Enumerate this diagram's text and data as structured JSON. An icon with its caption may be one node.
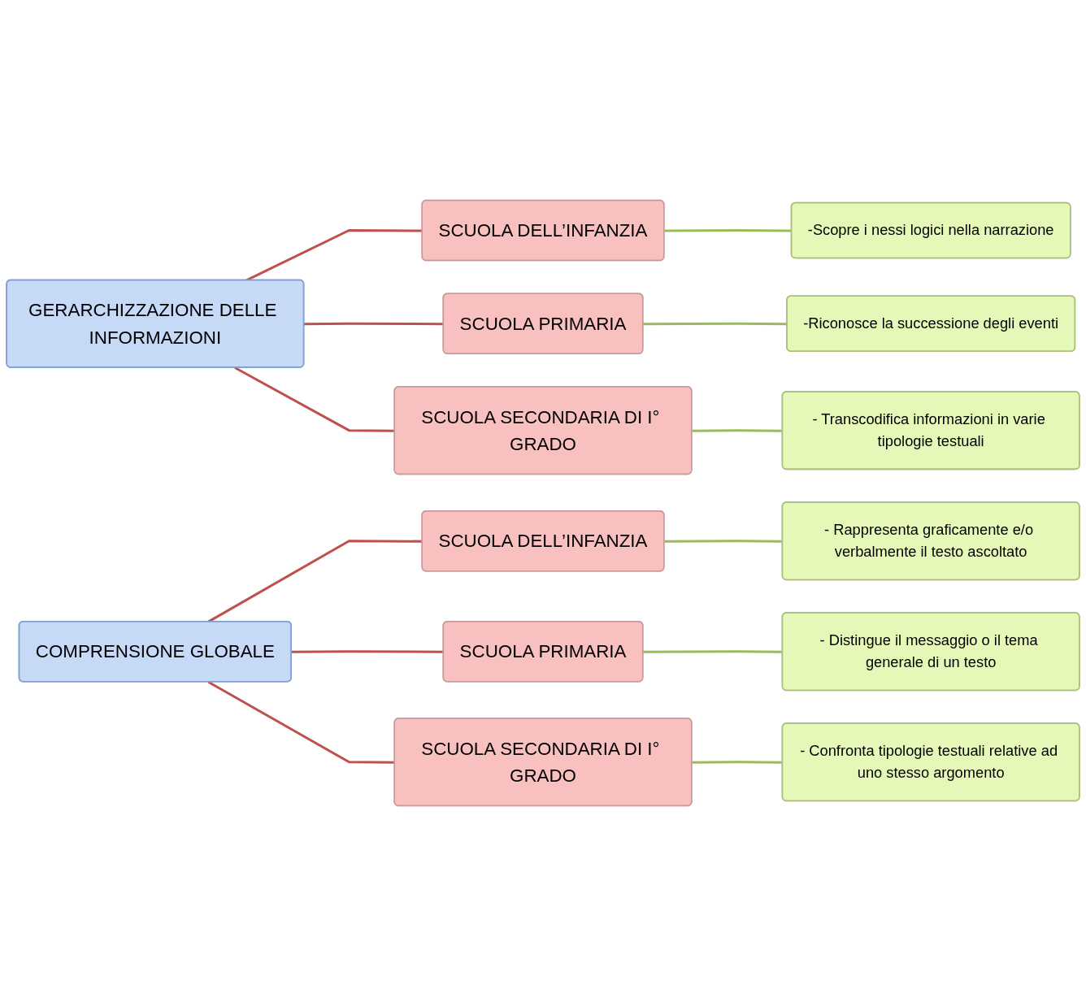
{
  "diagram": {
    "nodes": [
      {
        "text": [
          "GERARCHIZZAZIONE DELLE INFORMAZIONI"
        ]
      },
      {
        "text": [
          "SCUOLA DELL’INFANZIA"
        ]
      },
      {
        "text": [
          "-Scopre i nessi logici nella narrazione"
        ]
      },
      {
        "text": [
          "SCUOLA PRIMARIA"
        ]
      },
      {
        "text": [
          "-Riconosce la successione degli eventi"
        ]
      },
      {
        "text": [
          "SCUOLA SECONDARIA DI I° GRADO"
        ]
      },
      {
        "text": [
          "- Transcodifica informazioni in varie tipologie testuali"
        ]
      },
      {
        "text": [
          "COMPRENSIONE GLOBALE"
        ]
      },
      {
        "text": [
          "SCUOLA DELL’INFANZIA"
        ]
      },
      {
        "text": [
          "- Rappresenta graficamente e/o verbalmente il testo ascoltato"
        ]
      },
      {
        "text": [
          "SCUOLA PRIMARIA"
        ]
      },
      {
        "text": [
          "- Distingue il messaggio o il tema generale di un testo"
        ]
      },
      {
        "text": [
          "SCUOLA SECONDARIA DI I° GRADO"
        ]
      },
      {
        "text": [
          "- Confronta tipologie testuali relative ad uno stesso argomento"
        ]
      }
    ],
    "edges": [
      {
        "from": 0,
        "to": 1,
        "arrow": "none",
        "color": "#c0504d"
      },
      {
        "from": 0,
        "to": 3,
        "arrow": "none",
        "color": "#c0504d"
      },
      {
        "from": 0,
        "to": 5,
        "arrow": "none",
        "color": "#c0504d"
      },
      {
        "from": 1,
        "to": 2,
        "arrow": "none",
        "color": "#9bbb59"
      },
      {
        "from": 3,
        "to": 4,
        "arrow": "none",
        "color": "#9bbb59"
      },
      {
        "from": 5,
        "to": 6,
        "arrow": "none",
        "color": "#9bbb59"
      },
      {
        "from": 7,
        "to": 8,
        "arrow": "none",
        "color": "#c0504d"
      },
      {
        "from": 7,
        "to": 10,
        "arrow": "none",
        "color": "#c0504d"
      },
      {
        "from": 7,
        "to": 12,
        "arrow": "none",
        "color": "#c0504d"
      },
      {
        "from": 8,
        "to": 9,
        "arrow": "none",
        "color": "#9bbb59"
      },
      {
        "from": 10,
        "to": 11,
        "arrow": "none",
        "color": "#9bbb59"
      },
      {
        "from": 12,
        "to": 13,
        "arrow": "none",
        "color": "#9bbb59"
      }
    ]
  }
}
